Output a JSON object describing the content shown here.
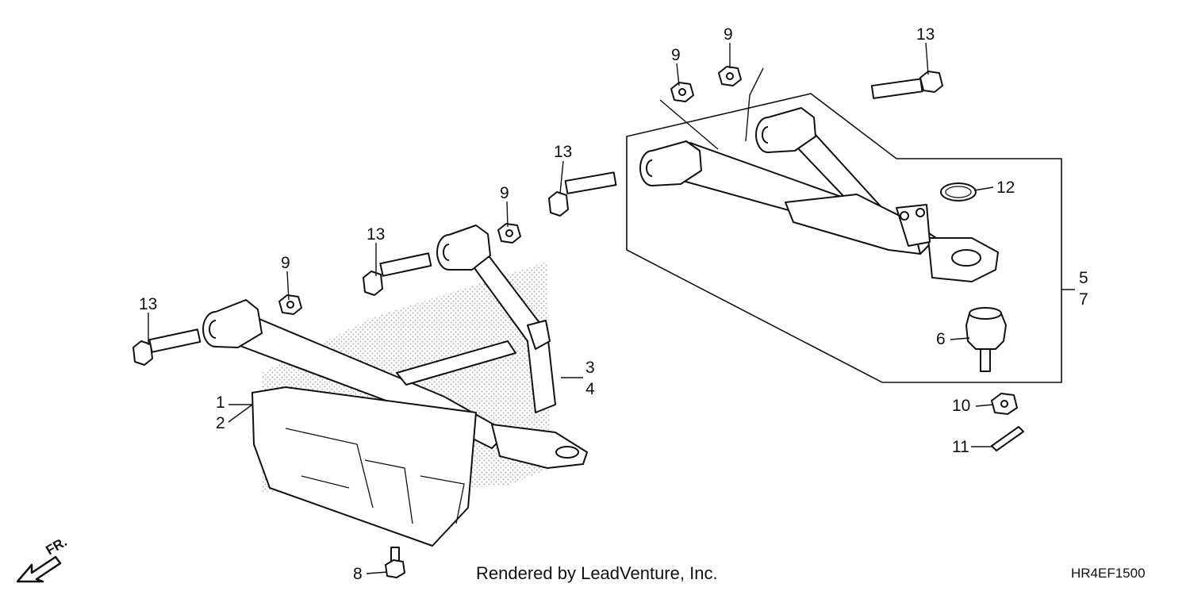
{
  "callouts": [
    "1",
    "2",
    "3",
    "4",
    "5",
    "7",
    "6",
    "9",
    "9",
    "9",
    "9",
    "13",
    "13",
    "13",
    "13",
    "12",
    "10",
    "11",
    "8"
  ],
  "footer_text": "Rendered by LeadVenture, Inc.",
  "diagram_code": "HR4EF1500",
  "direction_label": "FR."
}
